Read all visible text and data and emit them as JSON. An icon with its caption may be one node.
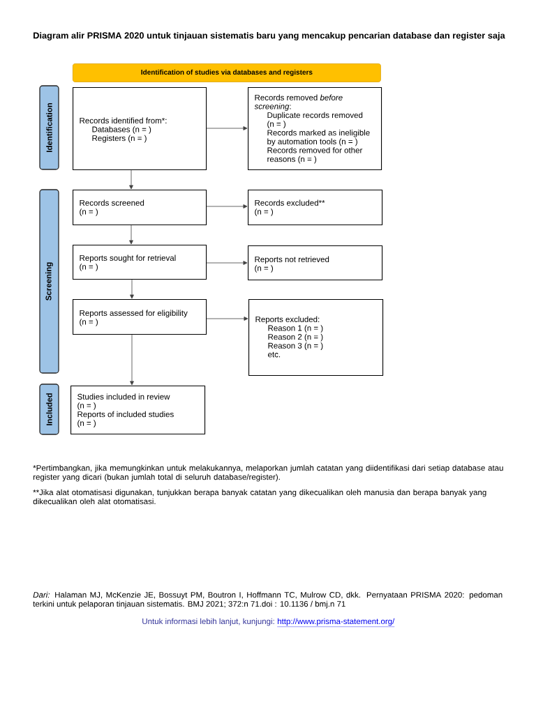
{
  "diagram": {
    "title": "Diagram alir PRISMA 2020 untuk tinjauan sistematis baru yang mencakup pencarian database dan register saja",
    "nodes": [
      {
        "text": [
          "Identification of studies via databases and registers"
        ]
      },
      {
        "text": [
          "Identification"
        ]
      },
      {
        "text": [
          "Records identified from*:",
          "Databases (n = )",
          "Registers (n = )"
        ]
      },
      {
        "text": [
          "Records removed *before screening*:",
          "Duplicate records removed (n = )",
          "Records marked as ineligible by automation tools (n = )",
          "Records removed for other reasons (n = )"
        ]
      },
      {
        "text": [
          "Screening"
        ]
      },
      {
        "text": [
          "Records screened",
          "(n = )"
        ]
      },
      {
        "text": [
          "Records excluded**",
          "(n = )"
        ]
      },
      {
        "text": [
          "Reports sought for retrieval",
          "(n = )"
        ]
      },
      {
        "text": [
          "Reports not retrieved",
          "(n = )"
        ]
      },
      {
        "text": [
          "Reports assessed for eligibility",
          "(n = )"
        ]
      },
      {
        "text": [
          "Reports excluded:",
          "Reason 1 (n = )",
          "Reason 2 (n = )",
          "Reason 3 (n = )",
          "etc."
        ]
      },
      {
        "text": [
          "Included"
        ]
      },
      {
        "text": [
          "Studies included in review",
          "(n = )",
          "Reports of included studies",
          "(n = )"
        ]
      }
    ],
    "edges": [
      {
        "from": 2,
        "to": 3,
        "arrow": "to"
      },
      {
        "from": 2,
        "to": 5,
        "arrow": "to"
      },
      {
        "from": 5,
        "to": 6,
        "arrow": "to"
      },
      {
        "from": 5,
        "to": 7,
        "arrow": "to"
      },
      {
        "from": 7,
        "to": 8,
        "arrow": "to"
      },
      {
        "from": 7,
        "to": 9,
        "arrow": "to"
      },
      {
        "from": 9,
        "to": 10,
        "arrow": "to"
      },
      {
        "from": 9,
        "to": 12,
        "arrow": "to"
      }
    ],
    "labels": [
      "*Pertimbangkan, jika memungkinkan untuk melakukannya, melaporkan jumlah catatan yang diidentifikasi dari setiap database atau register yang dicari (bukan jumlah total di seluruh database/register).",
      "**Jika alat otomatisasi digunakan, tunjukkan berapa banyak catatan yang dikecualikan oleh manusia dan berapa banyak yang dikecualikan oleh alat otomatisasi.",
      "*Dari:* Halaman MJ, McKenzie JE, Bossuyt PM, Boutron I, Hoffmann TC, Mulrow CD, dkk. Pernyataan PRISMA 2020: pedoman terkini untuk pelaporan tinjauan sistematis. BMJ 2021; 372:n 71.doi : 10.1136 / bmj.n 71",
      "Untuk informasi lebih lanjut, kunjungi:",
      "http://www.prisma-statement.org/"
    ]
  }
}
